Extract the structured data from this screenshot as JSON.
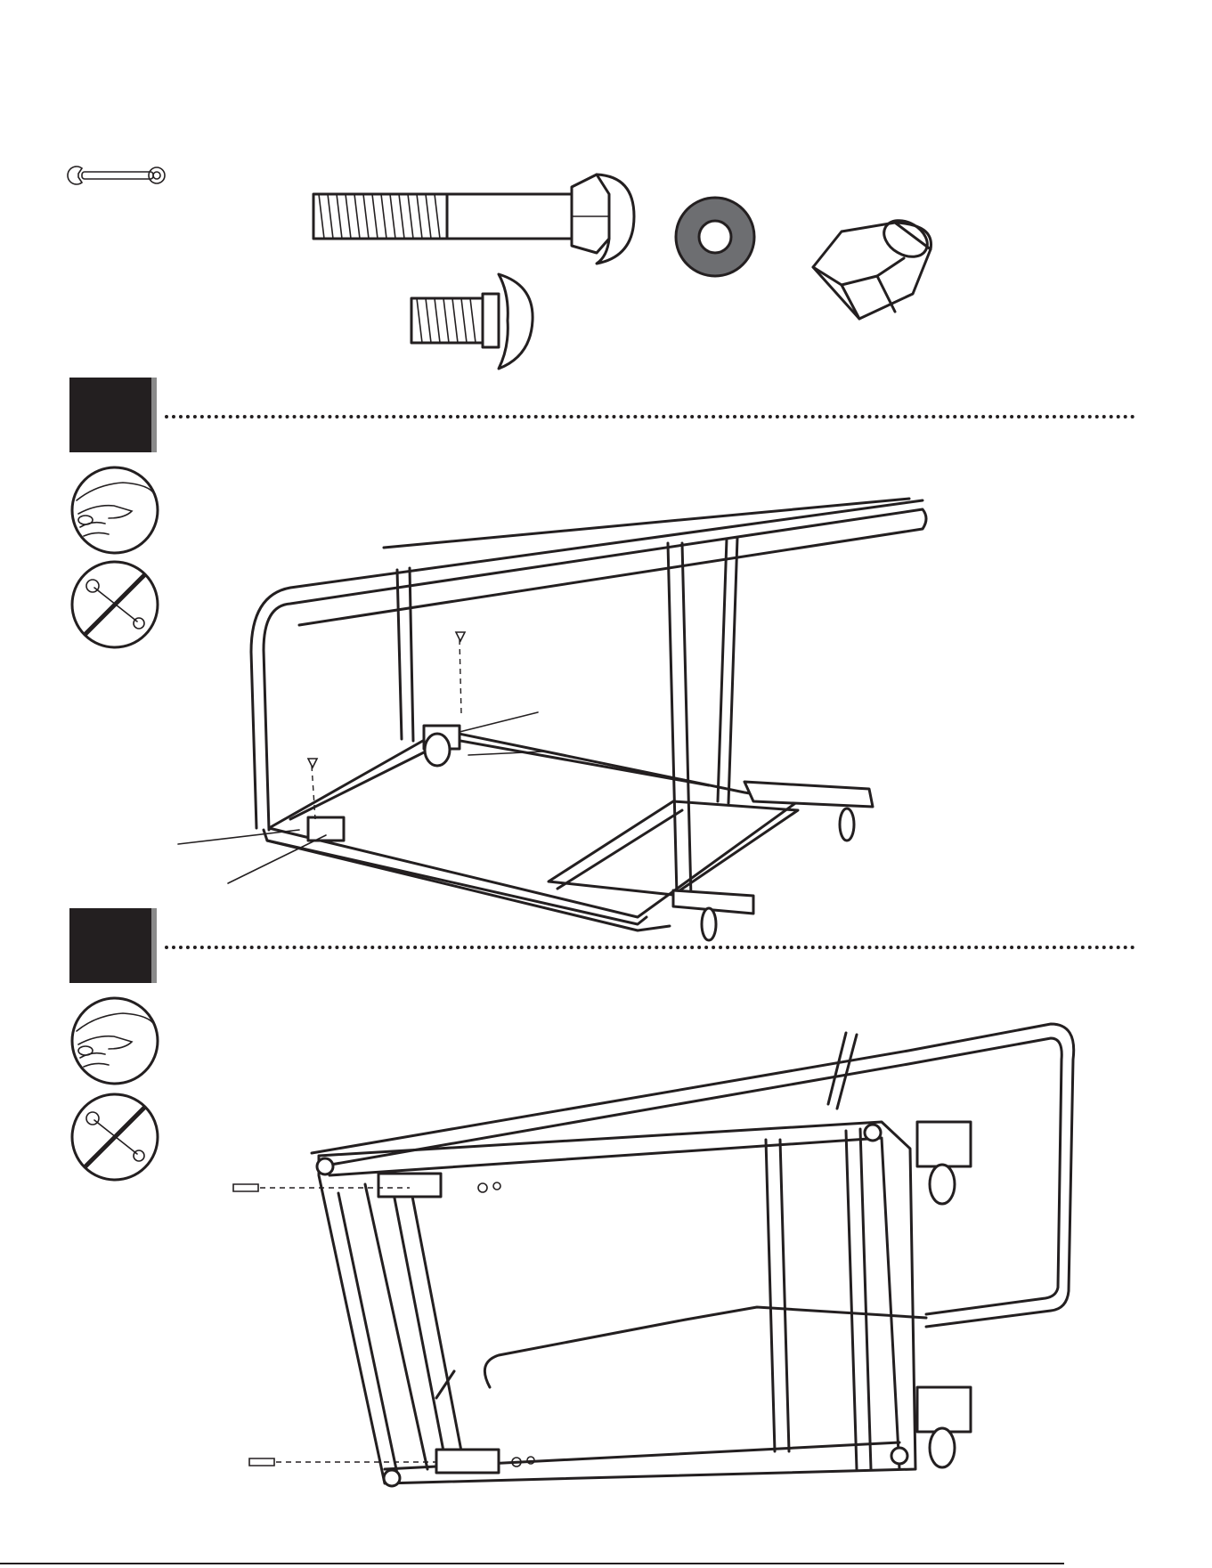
{
  "steps": [
    {
      "number": "",
      "instruction": ""
    },
    {
      "number": "",
      "instruction": ""
    }
  ],
  "icons": {
    "wrench": "wrench-icon",
    "hand_tighten": "hand-tighten-icon",
    "no_wrench": "no-wrench-icon"
  },
  "hardware": [
    {
      "name": "long-carriage-bolt"
    },
    {
      "name": "short-carriage-bolt"
    },
    {
      "name": "washer"
    },
    {
      "name": "lock-nut"
    }
  ],
  "colors": {
    "ink": "#231f20",
    "shadow": "#8a8a8a",
    "washer": "#6d6e71"
  }
}
